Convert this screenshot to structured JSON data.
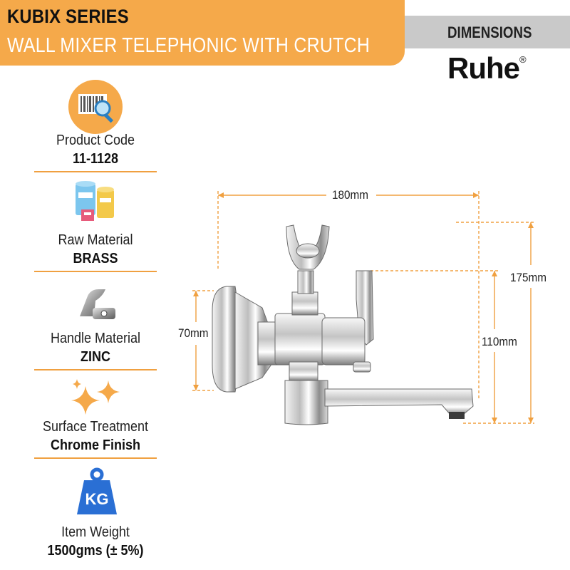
{
  "header": {
    "series": "KUBIX SERIES",
    "subtitle": "WALL MIXER TELEPHONIC WITH CRUTCH"
  },
  "dimensions_tag": "DIMENSIONS",
  "brand": {
    "name": "Ruhe",
    "mark": "®"
  },
  "specs": [
    {
      "label": "Product Code",
      "value": "11-1128",
      "icon": "barcode-search-icon"
    },
    {
      "label": "Raw Material",
      "value": "BRASS",
      "icon": "material-cylinders-icon"
    },
    {
      "label": "Handle Material",
      "value": "ZINC",
      "icon": "handle-icon"
    },
    {
      "label": "Surface Treatment",
      "value": "Chrome Finish",
      "icon": "sparkle-icon"
    },
    {
      "label": "Item Weight",
      "value": "1500gms (± 5%)",
      "icon": "weight-icon",
      "icon_text": "KG"
    }
  ],
  "dimensions": {
    "width": "180mm",
    "height_total": "175mm",
    "spout_height": "110mm",
    "base_height": "70mm"
  },
  "colors": {
    "accent": "#f5a94a",
    "band": "#c9c9c9",
    "dim_line": "#f0a040"
  }
}
